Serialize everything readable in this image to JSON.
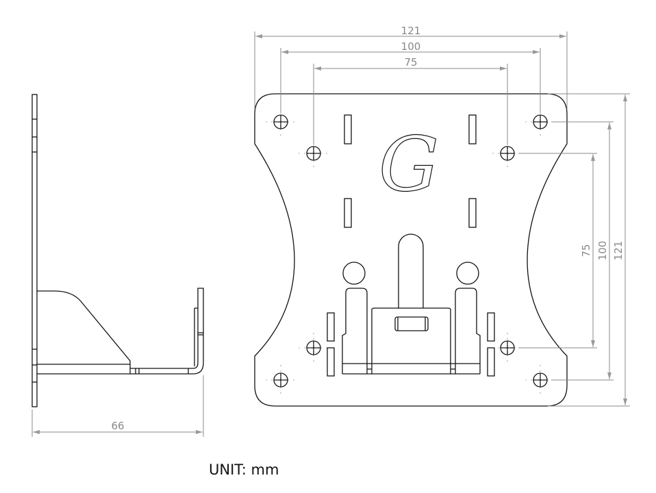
{
  "drawing": {
    "front_view": {
      "dimensions": {
        "width_overall": "121",
        "hole_spacing_outer": "100",
        "hole_spacing_inner": "75",
        "height_inner": "75",
        "height_outer": "100",
        "height_overall": "121"
      },
      "logo_letter": "G"
    },
    "side_view": {
      "dimensions": {
        "depth": "66"
      }
    },
    "unit_label": "UNIT: mm"
  }
}
